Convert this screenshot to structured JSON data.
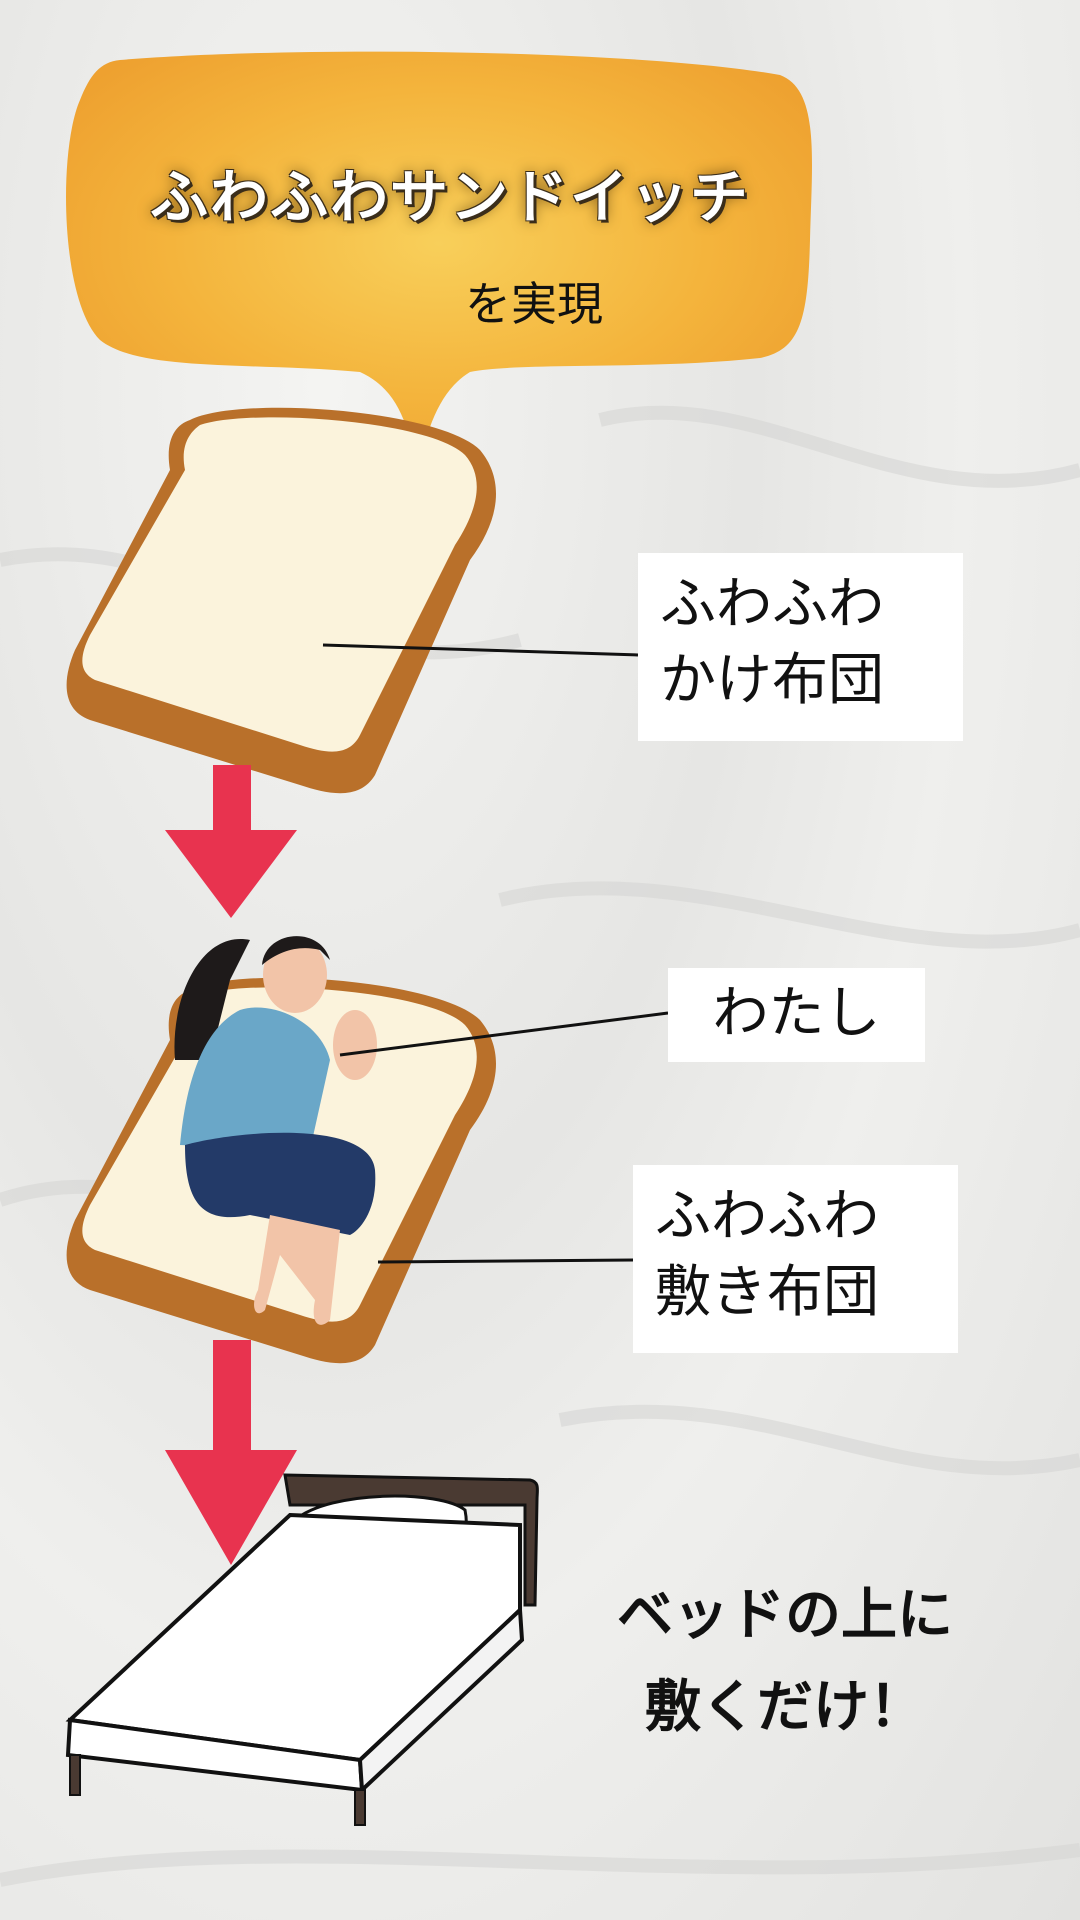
{
  "bubble": {
    "title": "ふわふわサンドイッチ",
    "subtitle": "を実現"
  },
  "labels": {
    "top_line1": "ふわふわ",
    "top_line2": "かけ布団",
    "middle": "わたし",
    "bottom_line1": "ふわふわ",
    "bottom_line2": "敷き布団"
  },
  "bed_caption": {
    "line1": "ベッドの上に",
    "line2": "敷くだけ！"
  },
  "colors": {
    "bubble": "#f4b43c",
    "arrow": "#e8334f",
    "bread_crust": "#b9702a",
    "bread_crumb": "#fbf3dc"
  }
}
